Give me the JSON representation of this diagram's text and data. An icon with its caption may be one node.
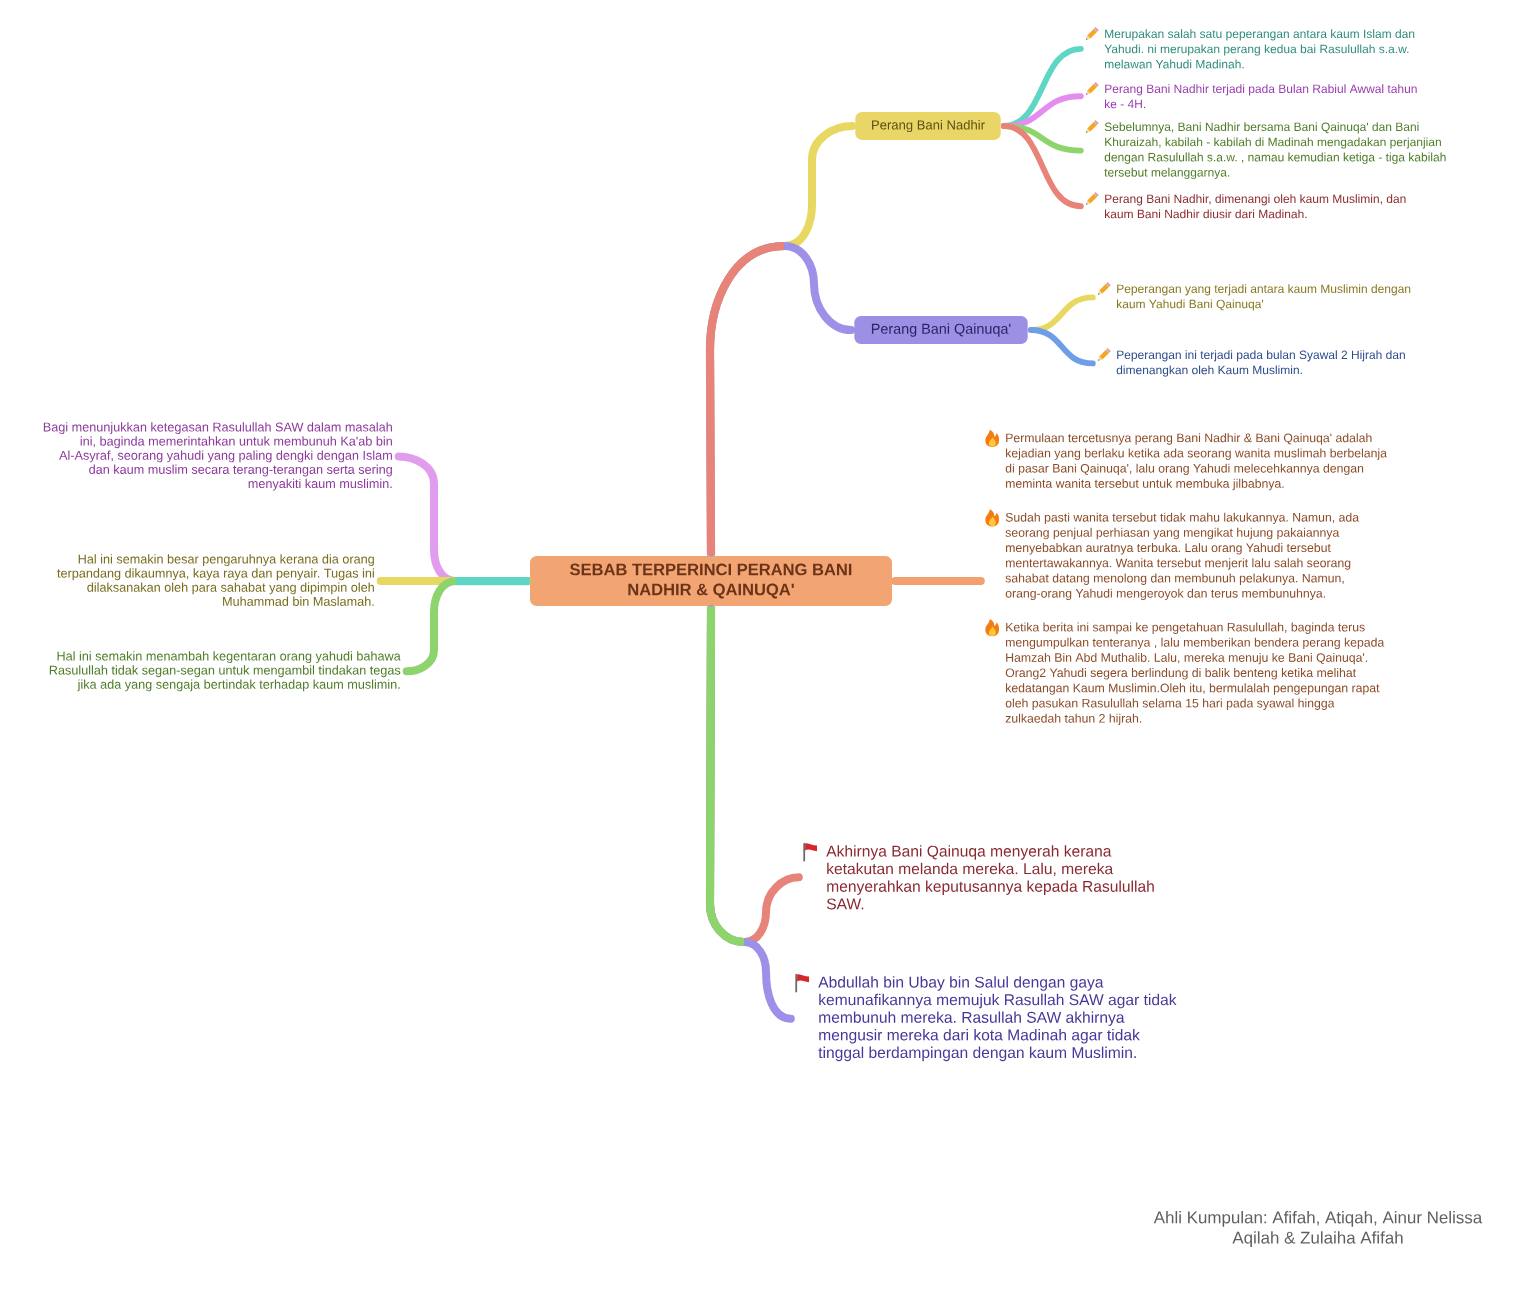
{
  "diagram": {
    "nodes": [
      {
        "text": [
          "SEBAB TERPERINCI PERANG BANI NADHIR & QAINUQA'"
        ]
      },
      {
        "text": [
          "Perang Bani Nadhir"
        ]
      },
      {
        "text": [
          "Merupakan salah satu peperangan antara kaum Islam dan Yahudi. ni merupakan perang kedua bai Rasulullah s.a.w. melawan Yahudi Madinah."
        ]
      },
      {
        "text": [
          "Perang Bani Nadhir terjadi pada Bulan Rabiul Awwal tahun ke - 4H."
        ]
      },
      {
        "text": [
          "Sebelumnya, Bani Nadhir bersama Bani Qainuqa' dan Bani Khuraizah, kabilah - kabilah di Madinah mengadakan perjanjian dengan Rasulullah s.a.w. , namau kemudian ketiga - tiga kabilah tersebut melanggarnya."
        ]
      },
      {
        "text": [
          "Perang Bani Nadhir, dimenangi oleh kaum Muslimin, dan kaum Bani Nadhir diusir dari Madinah."
        ]
      },
      {
        "text": [
          "Perang Bani Qainuqa'"
        ]
      },
      {
        "text": [
          "Peperangan yang terjadi antara kaum Muslimin dengan kaum Yahudi Bani Qainuqa'"
        ]
      },
      {
        "text": [
          "Peperangan ini terjadi pada bulan Syawal 2 Hijrah dan dimenangkan oleh Kaum Muslimin."
        ]
      },
      {
        "text": [
          "Permulaan tercetusnya perang Bani Nadhir & Bani Qainuqa' adalah kejadian yang berlaku ketika ada seorang wanita muslimah berbelanja di pasar Bani Qainuqa', lalu orang Yahudi melecehkannya dengan meminta wanita tersebut untuk membuka jilbabnya.",
          "Sudah pasti wanita tersebut tidak mahu lakukannya. Namun, ada seorang penjual perhiasan yang mengikat hujung pakaiannya menyebabkan auratnya terbuka. Lalu orang Yahudi tersebut mentertawakannya. Wanita tersebut menjerit lalu salah seorang sahabat datang menolong dan membunuh pelakunya. Namun, orang-orang Yahudi mengeroyok dan terus membunuhnya.",
          "Ketika berita ini sampai ke pengetahuan Rasulullah, baginda terus mengumpulkan tenteranya , lalu memberikan bendera perang kepada Hamzah Bin Abd Muthalib. Lalu, mereka menuju ke Bani Qainuqa'. Orang2 Yahudi segera berlindung di balik benteng ketika melihat kedatangan Kaum Muslimin.Oleh itu, bermulalah pengepungan rapat oleh pasukan Rasulullah selama 15 hari pada syawal hingga zulkaedah tahun 2 hijrah."
        ]
      },
      {
        "text": [
          "Bagi menunjukkan ketegasan Rasulullah SAW dalam masalah ini, baginda memerintahkan untuk membunuh Ka'ab bin Al-Asyraf, seorang yahudi yang paling dengki dengan Islam dan kaum muslim secara terang-terangan serta sering menyakiti kaum muslimin."
        ]
      },
      {
        "text": [
          "Hal ini semakin besar pengaruhnya kerana dia orang terpandang dikaumnya, kaya raya dan penyair. Tugas ini dilaksanakan oleh para sahabat yang dipimpin oleh Muhammad bin Maslamah."
        ]
      },
      {
        "text": [
          "Hal ini semakin menambah kegentaran orang yahudi bahawa Rasulullah tidak segan-segan untuk mengambil tindakan tegas jika ada yang sengaja bertindak terhadap kaum muslimin."
        ]
      },
      {
        "text": [
          "Akhirnya Bani Qainuqa menyerah kerana ketakutan melanda mereka. Lalu, mereka menyerahkan keputusannya kepada Rasulullah SAW."
        ]
      },
      {
        "text": [
          "Abdullah bin Ubay bin Salul dengan gaya kemunafikannya memujuk Rasullah SAW agar tidak membunuh mereka. Rasullah SAW akhirnya mengusir mereka dari kota Madinah agar tidak tinggal berdampingan dengan kaum Muslimin."
        ]
      }
    ],
    "edges": [
      {
        "from": 0,
        "to": 1,
        "arrow": "none",
        "color": "#e8d862"
      },
      {
        "from": 0,
        "to": 6,
        "arrow": "none",
        "color": "#9d90e8"
      },
      {
        "from": 1,
        "to": 2,
        "arrow": "none",
        "color": "#5ed6c4"
      },
      {
        "from": 1,
        "to": 3,
        "arrow": "none",
        "color": "#e48cf0"
      },
      {
        "from": 1,
        "to": 4,
        "arrow": "none",
        "color": "#8ed46c"
      },
      {
        "from": 1,
        "to": 5,
        "arrow": "none",
        "color": "#e8837a"
      },
      {
        "from": 6,
        "to": 7,
        "arrow": "none",
        "color": "#e8d862"
      },
      {
        "from": 6,
        "to": 8,
        "arrow": "none",
        "color": "#6e9ee8"
      },
      {
        "from": 0,
        "to": 9,
        "arrow": "none",
        "color": "#f2a070"
      },
      {
        "from": 0,
        "to": 10,
        "arrow": "none",
        "color": "#e29cee"
      },
      {
        "from": 0,
        "to": 11,
        "arrow": "none",
        "color": "#e8d862"
      },
      {
        "from": 0,
        "to": 12,
        "arrow": "none",
        "color": "#8ed46c"
      },
      {
        "from": 0,
        "to": 13,
        "arrow": "none",
        "color": "#e8837a"
      },
      {
        "from": 0,
        "to": 14,
        "arrow": "none",
        "color": "#9d90e8"
      }
    ],
    "labels": [
      "Ahli Kumpulan: Afifah, Atiqah, Ainur Nelissa Aqilah & Zulaiha Afifah"
    ]
  }
}
